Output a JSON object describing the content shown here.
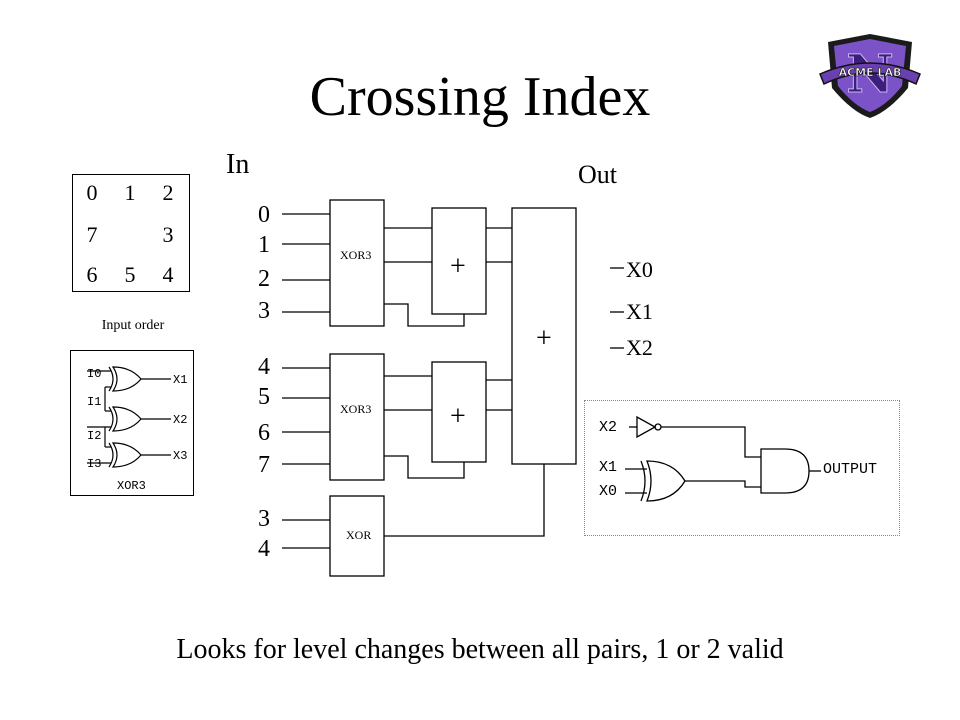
{
  "title": "Crossing Index",
  "grid": {
    "rows": [
      [
        "0",
        "1",
        "2"
      ],
      [
        "7",
        "",
        "3"
      ],
      [
        "6",
        "5",
        "4"
      ]
    ],
    "caption": "Input order"
  },
  "gate_panel": {
    "inputs": [
      "I0",
      "I1",
      "I2",
      "I3"
    ],
    "outputs": [
      "X1",
      "X2",
      "X3"
    ],
    "label": "XOR3"
  },
  "diagram": {
    "in_label": "In",
    "out_label": "Out",
    "group1_inputs": [
      "0",
      "1",
      "2",
      "3"
    ],
    "group2_inputs": [
      "4",
      "5",
      "6",
      "7"
    ],
    "group3_inputs": [
      "3",
      "4"
    ],
    "block1": "XOR3",
    "block2": "XOR3",
    "block3": "XOR",
    "adder": "+",
    "outputs": [
      "X0",
      "X1",
      "X2"
    ]
  },
  "logic": {
    "inputs": [
      "X2",
      "X1",
      "X0"
    ],
    "output": "OUTPUT"
  },
  "logo": {
    "text": "ACME LAB",
    "letter": "N",
    "color": "#6a3fb0"
  },
  "footer": "Looks for level changes between all pairs, 1 or 2 valid"
}
